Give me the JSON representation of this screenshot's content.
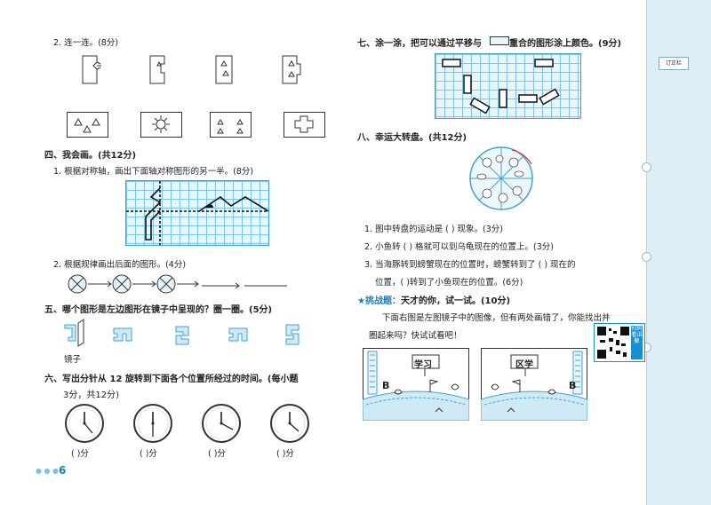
{
  "left": {
    "q2": "2. 连一连。(8分)",
    "s4": "四、我会画。(共12分)",
    "s4_1": "1. 根据对称轴，画出下面轴对称图形的另一半。(8分)",
    "s4_2": "2. 根据规律画出后面的图形。(4分)",
    "s5": "五、哪个图形是左边图形在镜子中呈现的？圈一圈。(5分)",
    "mirror_label": "镜子",
    "s6_line1": "六、写出分针从 12 旋转到下面各个位置所经过的时间。(每小题",
    "s6_line2": "3分，共12分)",
    "clock_blanks": [
      "(   )分",
      "(   )分",
      "(   )分",
      "(   )分"
    ],
    "page_number": "6"
  },
  "right": {
    "s7_pre": "七、涂一涂，把可以通过平移与",
    "s7_post": "重合的图形涂上颜色。(9分)",
    "s8": "八、幸运大转盘。(共12分)",
    "s8_1": "1. 图中转盘的运动是 (     ) 现象。(3分)",
    "s8_2": "2. 小鱼转 (     ) 格就可以到乌龟现在的位置上。(3分)",
    "s8_3a": "3. 当海豚转到螃蟹现在的位置时，螃蟹转到了 (     ) 现在的",
    "s8_3b": "位置，(     )转到了小鱼现在的位置。(6分)",
    "challenge_label": "挑战题：",
    "challenge_title": "天才的你，试一试。(10分)",
    "challenge_text1": "下面右图是左图镜子中的图像，但有两处画错了，你能找出并",
    "challenge_text2": "圈起来吗？快试试看吧！",
    "sign_left": "学习",
    "sign_right": "区学",
    "letter_b": "B",
    "qr_caption": "扫码看讲解"
  },
  "sidebar": {
    "tab": "订正栏"
  },
  "colors": {
    "accent": "#1a7fb6",
    "grid_line": "#79c6e6",
    "sidebar_bg": "#dceef7"
  }
}
